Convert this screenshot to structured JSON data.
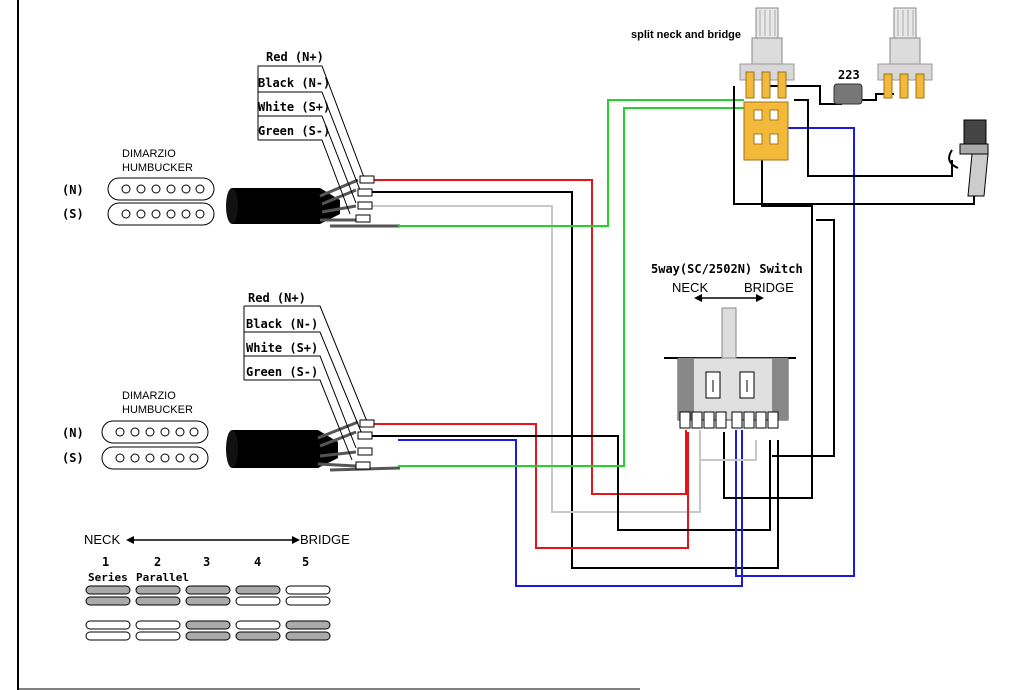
{
  "title": "split neck and bridge",
  "cap_value": "223",
  "switch_label": "5way(SC/2502N) Switch",
  "switch_neck": "NECK",
  "switch_bridge": "BRIDGE",
  "pickups": [
    {
      "name": "DIMARZIO\nHUMBUCKER",
      "coil_n": "(N)",
      "coil_s": "(S)",
      "wires": [
        "Red (N+)",
        "Black (N-)",
        "White (S+)",
        "Green (S-)"
      ]
    },
    {
      "name": "DIMARZIO\nHUMBUCKER",
      "coil_n": "(N)",
      "coil_s": "(S)",
      "wires": [
        "Red (N+)",
        "Black (N-)",
        "White (S+)",
        "Green (S-)"
      ]
    }
  ],
  "legend": {
    "neck": "NECK",
    "bridge": "BRIDGE",
    "positions": [
      "1",
      "2",
      "3",
      "4",
      "5"
    ],
    "modes": [
      "Series",
      "Parallel"
    ]
  },
  "colors": {
    "red": "#e8131b",
    "black": "#000000",
    "white_wire": "#c8c8c8",
    "green": "#27d12b",
    "blue": "#1b1be0",
    "pot_gold": "#f2b93a"
  }
}
